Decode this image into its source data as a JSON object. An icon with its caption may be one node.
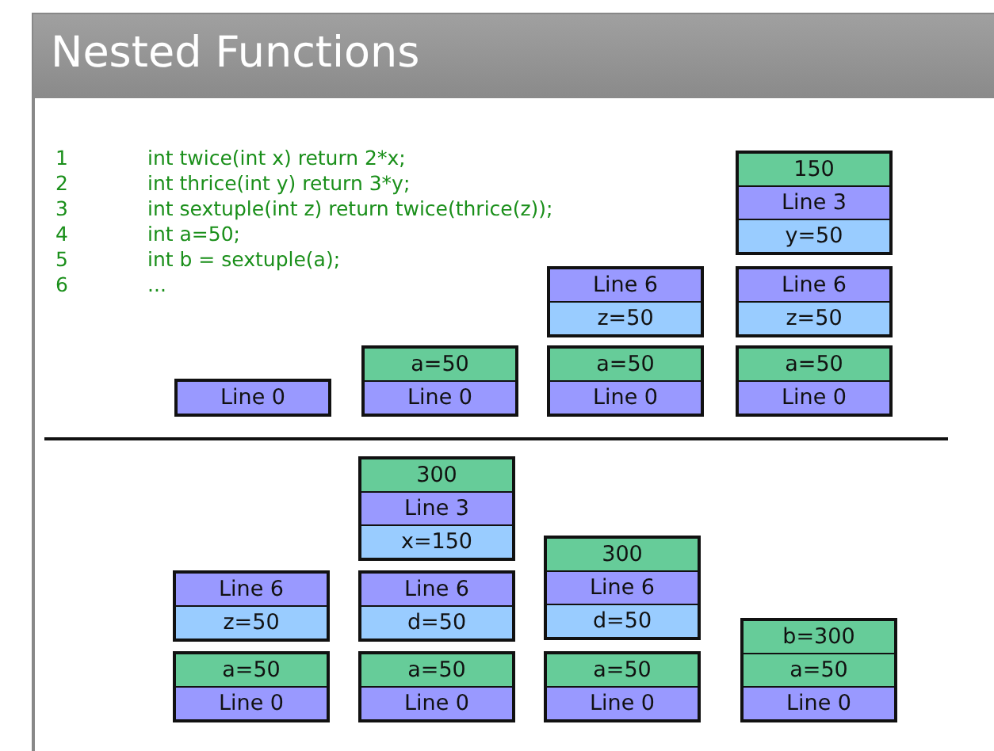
{
  "diagram": {
    "title": "Nested Functions",
    "nodes": [
      {
        "text": [
          "Line 0"
        ]
      },
      {
        "text": [
          "a=50",
          "Line 0"
        ]
      },
      {
        "text": [
          "Line 6",
          "z=50"
        ]
      },
      {
        "text": [
          "a=50",
          "Line 0"
        ]
      },
      {
        "text": [
          "150",
          "Line 3",
          "y=50"
        ]
      },
      {
        "text": [
          "Line 6",
          "z=50"
        ]
      },
      {
        "text": [
          "a=50",
          "Line 0"
        ]
      },
      {
        "text": [
          "Line 6",
          "z=50"
        ]
      },
      {
        "text": [
          "a=50",
          "Line 0"
        ]
      },
      {
        "text": [
          "300",
          "Line 3",
          "x=150"
        ]
      },
      {
        "text": [
          "Line 6",
          "d=50"
        ]
      },
      {
        "text": [
          "a=50",
          "Line 0"
        ]
      },
      {
        "text": [
          "300",
          "Line 6",
          "d=50"
        ]
      },
      {
        "text": [
          "a=50",
          "Line 0"
        ]
      },
      {
        "text": [
          "b=300",
          "a=50",
          "Line 0"
        ]
      }
    ],
    "labels": [
      "1",
      "int twice(int x) return 2*x;",
      "2",
      "int thrice(int y) return 3*y;",
      "3",
      "int sextuple(int z) return twice(thrice(z));",
      "4",
      "int a=50;",
      "5",
      "int b = sextuple(a);",
      "6",
      "..."
    ]
  }
}
